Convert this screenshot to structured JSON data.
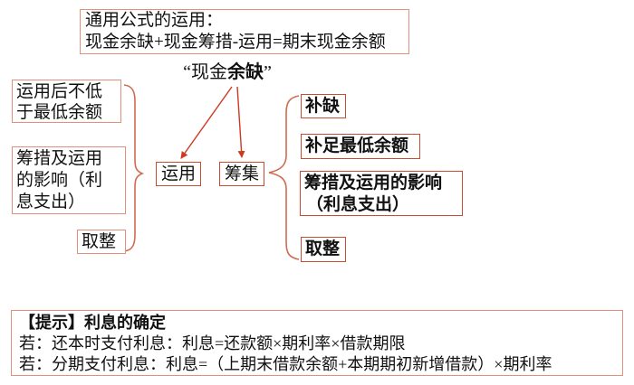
{
  "colors": {
    "border_light": "#E2907B",
    "border_strong": "#C84C33",
    "arrow": "#CD3A22",
    "brace": "#CE6B52",
    "text": "#111111",
    "background": "#FFFFFF"
  },
  "formula_box": {
    "lines": [
      "通用公式的运用：",
      "现金余缺+现金筹措-运用=期末现金余额"
    ]
  },
  "cash_label": {
    "pre": "“现金",
    "bold": "余缺",
    "post": "”"
  },
  "left_branch": {
    "node_label": "运用",
    "items": [
      {
        "lines": [
          "运用后不低",
          "于最低余额"
        ]
      },
      {
        "lines": [
          "筹措及运用",
          "的影响（利",
          "息支出）"
        ]
      },
      {
        "lines": [
          "取整"
        ]
      }
    ]
  },
  "right_branch": {
    "node_label": "筹集",
    "items": [
      {
        "lines": [
          "补缺"
        ]
      },
      {
        "lines": [
          "补足最低余额"
        ]
      },
      {
        "lines": [
          "筹措及运用的影响",
          "（利息支出）"
        ]
      },
      {
        "lines": [
          "取整"
        ]
      }
    ]
  },
  "tip_box": {
    "title": "【提示】利息的确定",
    "lines": [
      "若：还本时支付利息：利息=还款额×期利率×借款期限",
      "若：分期支付利息：利息=（上期末借款余额+本期期初新增借款）×期利率"
    ]
  }
}
